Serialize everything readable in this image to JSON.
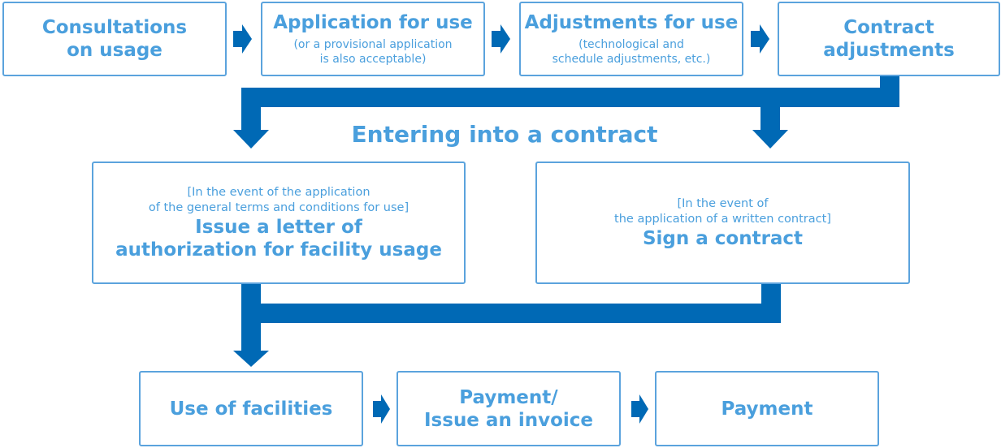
{
  "colors": {
    "box_border": "#5ba3dd",
    "text": "#4a9fdd",
    "connector": "#0069b5"
  },
  "steps": [
    {
      "title_1": "Consultations",
      "title_2": "on usage"
    },
    {
      "title_1": "Application for use",
      "sub_1": "(or a provisional application",
      "sub_2": "is also acceptable)"
    },
    {
      "title_1": "Adjustments for use",
      "sub_1": "(technological and",
      "sub_2": "schedule adjustments, etc.)"
    },
    {
      "title_1": "Contract",
      "title_2": "adjustments"
    }
  ],
  "heading": "Entering into a contract",
  "branches": [
    {
      "note_1": "[In the event of the application",
      "note_2": "of the general terms and conditions for use]",
      "title_1": "Issue a letter of",
      "title_2": "authorization for facility usage"
    },
    {
      "note_1": "[In the event of",
      "note_2": "the application of a written contract]",
      "title_1": "Sign a contract"
    }
  ],
  "final_steps": [
    {
      "title_1": "Use of facilities"
    },
    {
      "title_1": "Payment/",
      "title_2": "Issue an invoice"
    },
    {
      "title_1": "Payment"
    }
  ],
  "icons": {
    "arrow": "right-arrow-icon",
    "down_arrow": "down-arrow-icon"
  }
}
